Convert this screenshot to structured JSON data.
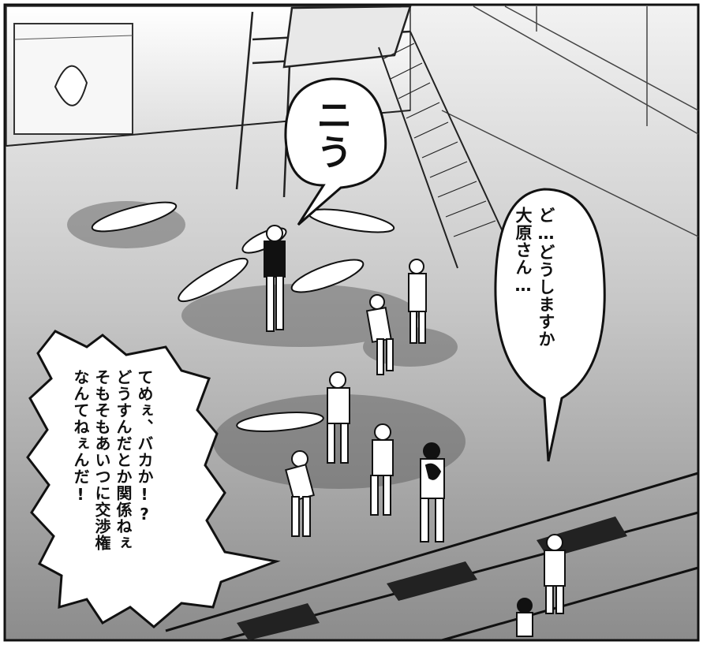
{
  "bubbles": {
    "top": {
      "lines": [
        "ニう"
      ]
    },
    "right": {
      "lines": [
        "ど…どうしますか",
        "大原さん…"
      ]
    },
    "left": {
      "lines": [
        "てめぇ、バカか!?",
        "どうすんだとか関係ねぇ",
        "そもそもあいつに交渉権",
        "なんてねぇんだ!"
      ]
    }
  },
  "colors": {
    "ink": "#111111",
    "floor": "#9a9a9a",
    "paper": "#ffffff"
  }
}
